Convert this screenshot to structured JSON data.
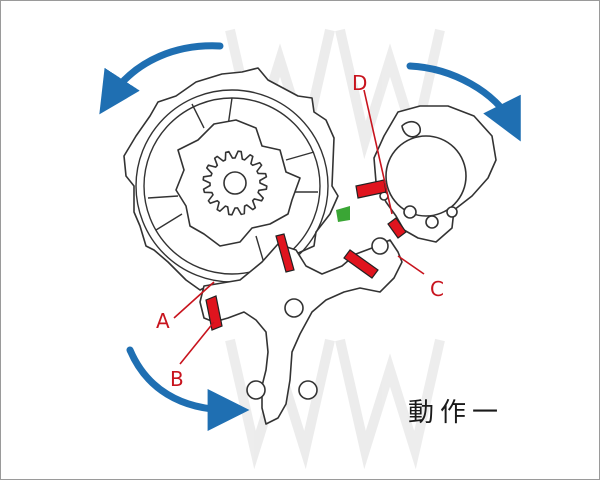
{
  "caption": "動作一",
  "labels": {
    "a": "A",
    "b": "B",
    "c": "C",
    "d": "D"
  },
  "colors": {
    "outline": "#333333",
    "pallet": "#e0141e",
    "leader": "#c8141e",
    "arrow": "#1f6fb2",
    "stop": "#3aa635",
    "label": "#c8141e"
  },
  "icons": {
    "rotation_arrows": "curved-arrow-icon"
  }
}
